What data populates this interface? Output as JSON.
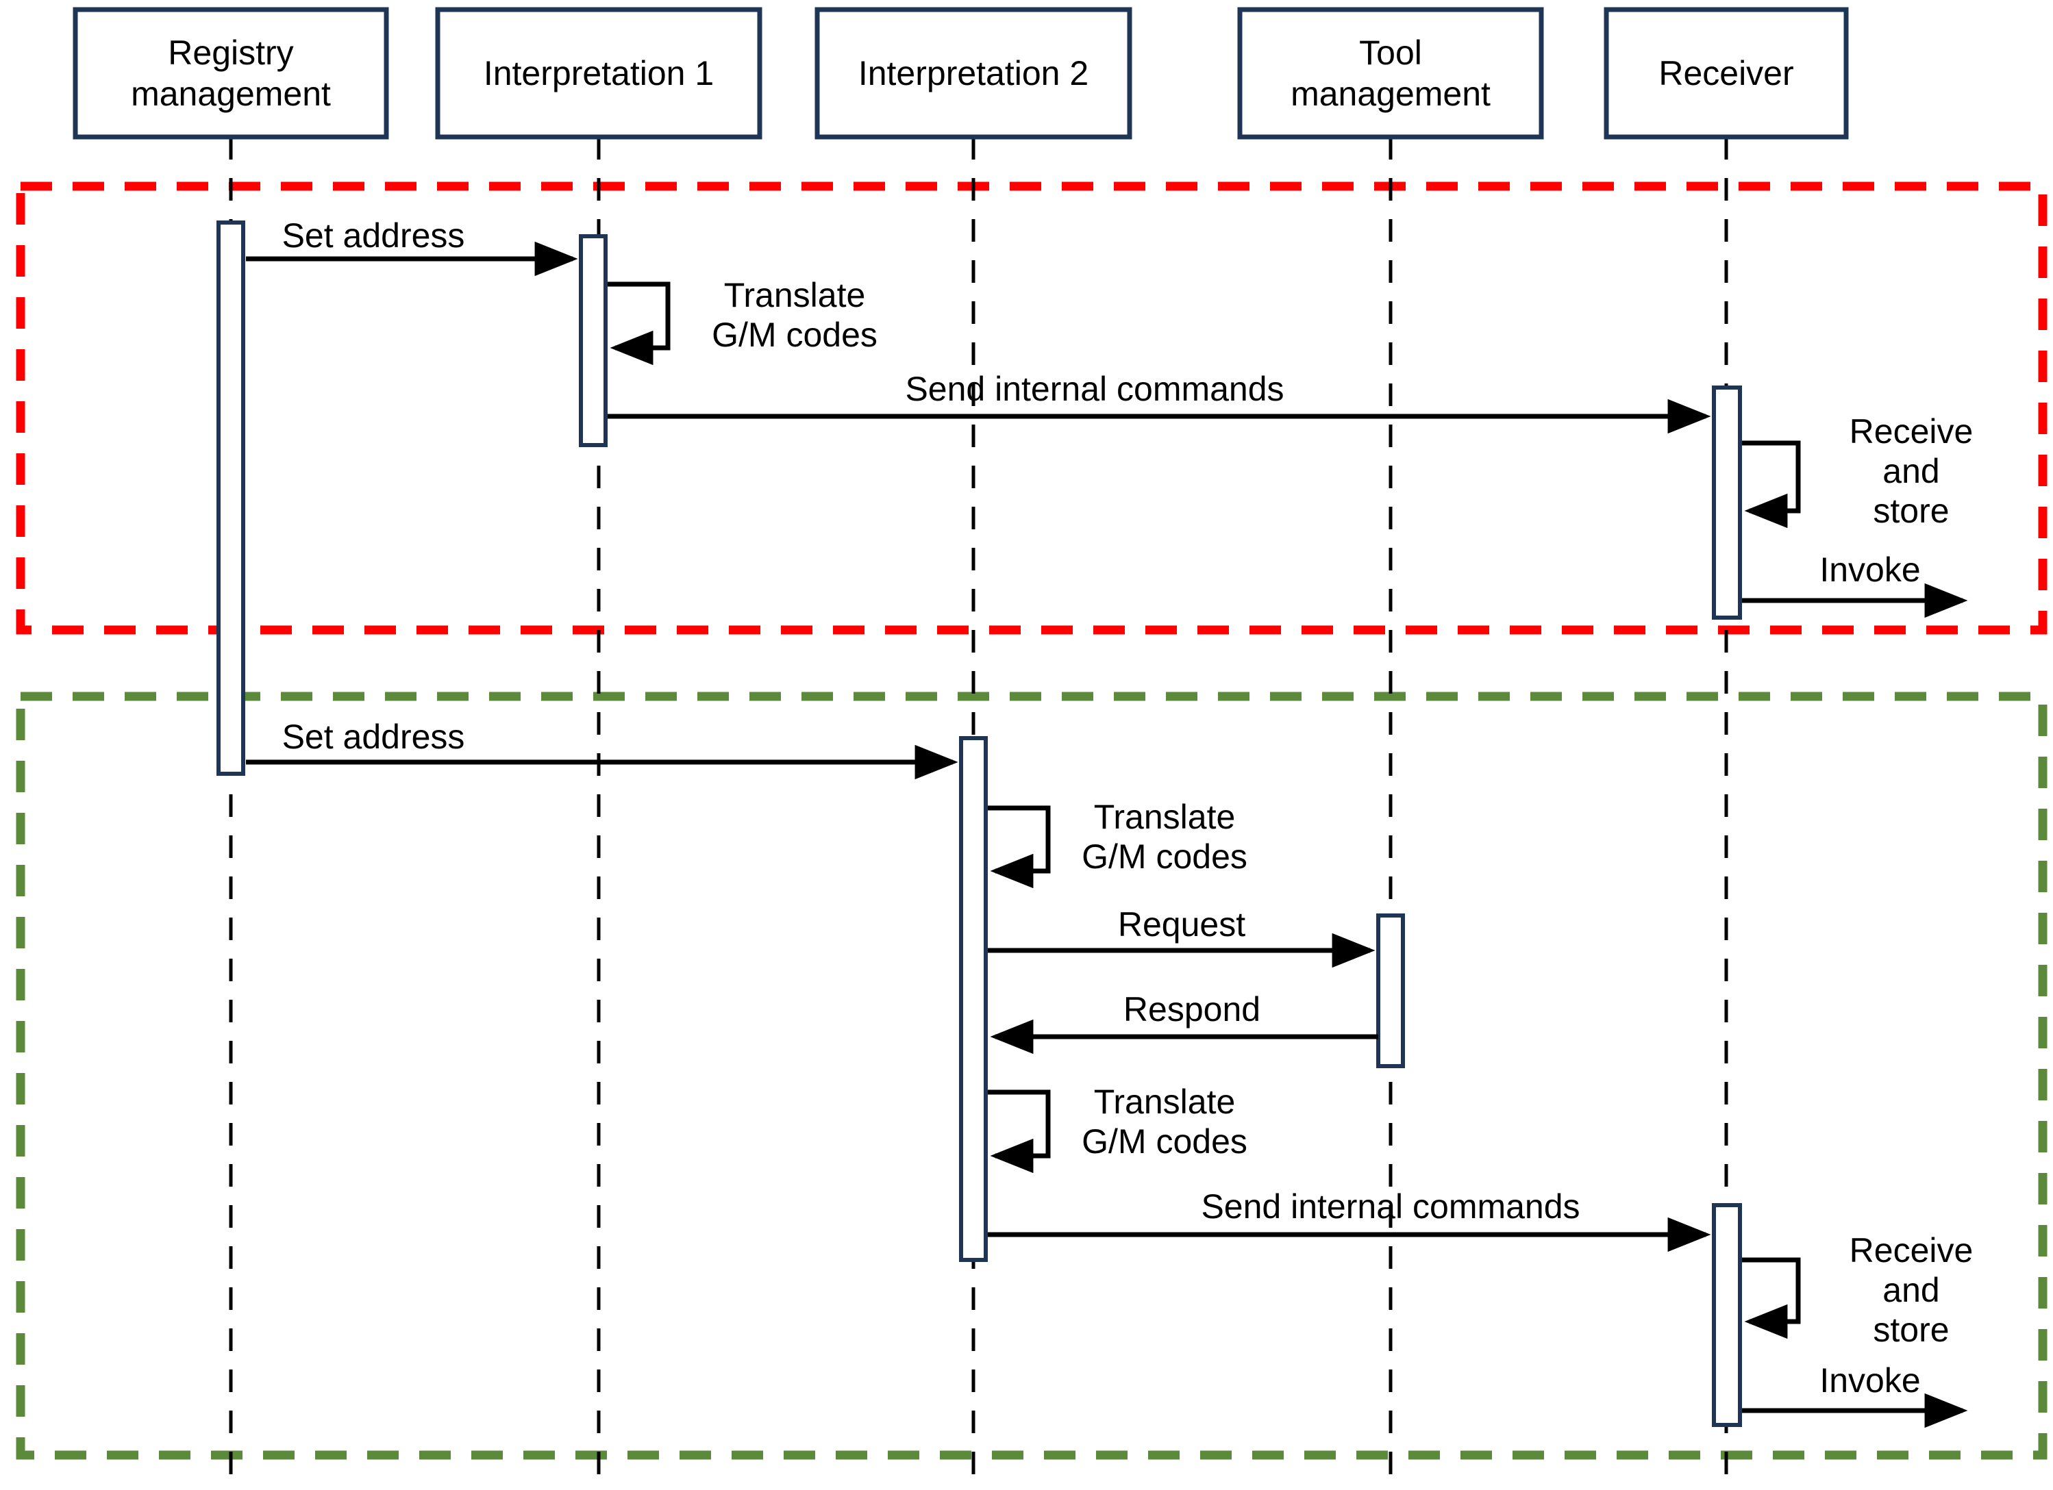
{
  "diagram_type": "uml-sequence-diagram",
  "colors": {
    "navy": "#1f3555",
    "red_frame": "#fe0000",
    "green_frame": "#5b8a3a",
    "line_black": "#000000",
    "bar_fill": "#ffffff"
  },
  "actors": [
    {
      "label": "Registry\nmanagement"
    },
    {
      "label": "Interpretation 1"
    },
    {
      "label": "Interpretation 2"
    },
    {
      "label": "Tool\nmanagement"
    },
    {
      "label": "Receiver"
    }
  ],
  "scenario_red": {
    "labels": {
      "set_address": "Set address",
      "translate": "Translate\nG/M codes",
      "send_internal": "Send internal commands",
      "receive_store": "Receive and\nstore",
      "invoke": "Invoke"
    }
  },
  "scenario_green": {
    "labels": {
      "set_address": "Set address",
      "translate_a": "Translate\nG/M codes",
      "request": "Request",
      "respond": "Respond",
      "translate_b": "Translate\nG/M codes",
      "send_internal": "Send internal commands",
      "receive_store": "Receive and\nstore",
      "invoke": "Invoke"
    }
  }
}
